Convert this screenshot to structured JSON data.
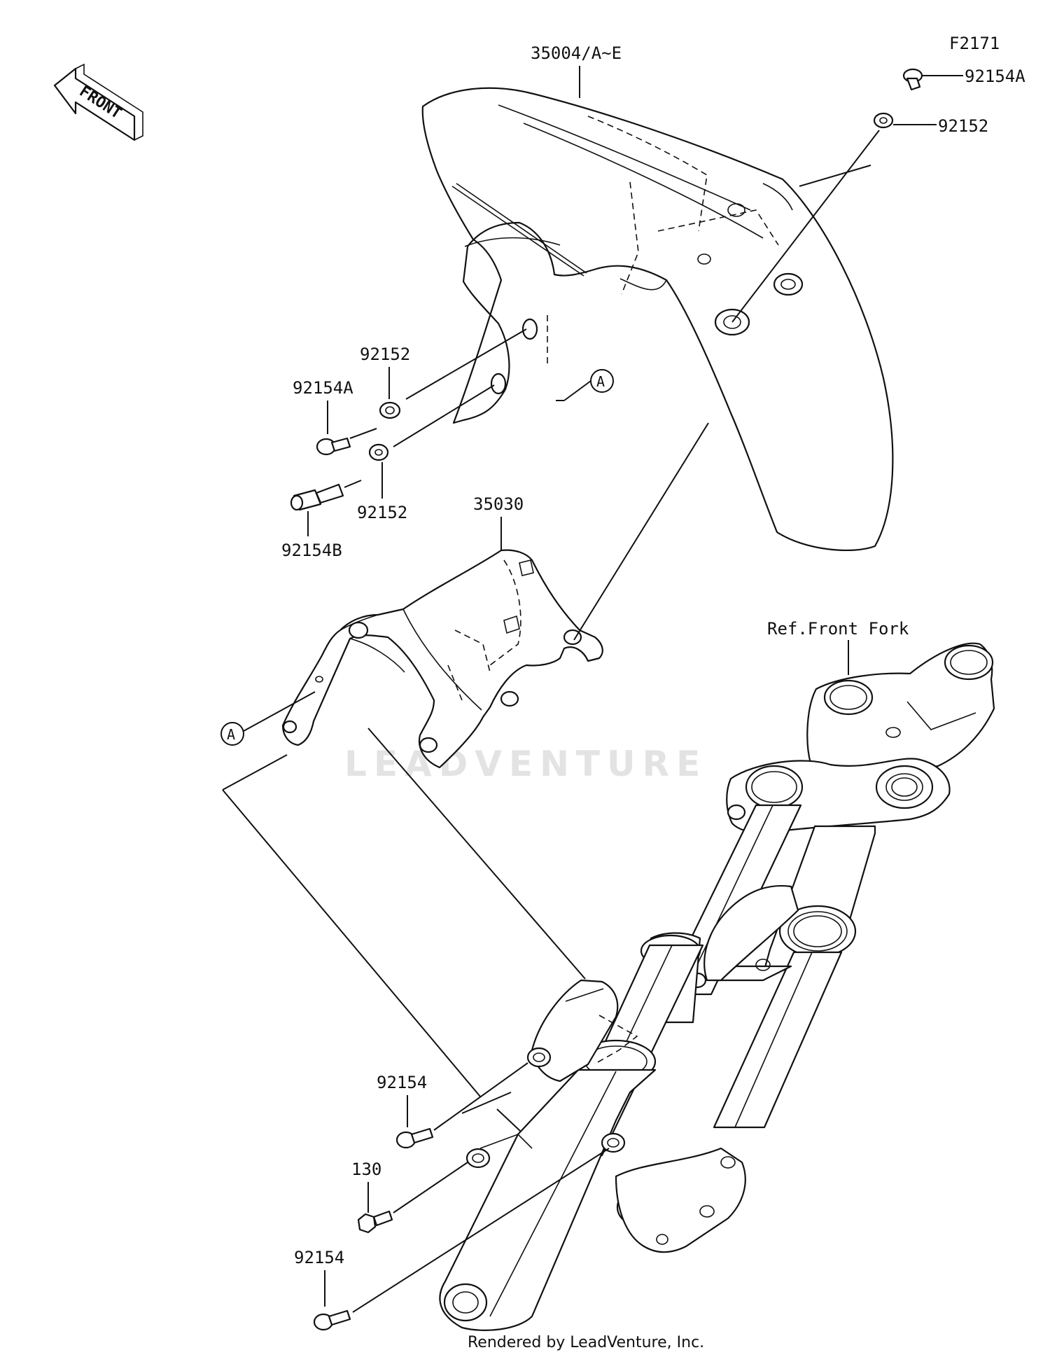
{
  "diagram": {
    "code": "F2171",
    "front_arrow": "FRONT",
    "ref_label": "Ref.Front Fork",
    "callout_letter": "A",
    "watermark": "LEADVENTURE",
    "footer": "Rendered by LeadVenture, Inc."
  },
  "parts": {
    "fender": "35004/A~E",
    "bracket": "35030",
    "bolt_92154A_top": "92154A",
    "washer_92152_top": "92152",
    "washer_92152_left_upper": "92152",
    "bolt_92154A_left": "92154A",
    "washer_92152_left_lower": "92152",
    "bolt_92154B": "92154B",
    "bolt_92154_upper": "92154",
    "bolt_130": "130",
    "bolt_92154_lower": "92154"
  }
}
